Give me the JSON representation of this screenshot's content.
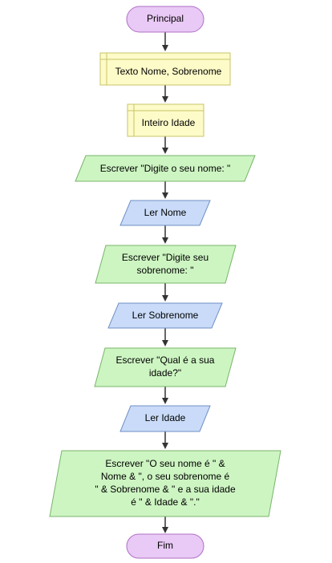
{
  "colors": {
    "terminal_fill": "#e9c9f5",
    "terminal_stroke": "#b06fc6",
    "declare_fill": "#fdfbc8",
    "declare_stroke": "#c9c36a",
    "output_fill": "#cdf5c2",
    "output_stroke": "#78b46a",
    "input_fill": "#c9dbf8",
    "input_stroke": "#6e8fc4",
    "arrow": "#333333"
  },
  "nodes": {
    "start": {
      "label": "Principal"
    },
    "declare_text": {
      "label": "Texto Nome, Sobrenome"
    },
    "declare_int": {
      "label": "Inteiro Idade"
    },
    "output_name_prompt": {
      "label": "Escrever \"Digite o seu nome: \""
    },
    "input_name": {
      "label": "Ler Nome"
    },
    "output_surname_prompt": {
      "line1": "Escrever \"Digite seu",
      "line2": "sobrenome: \""
    },
    "input_surname": {
      "label": "Ler Sobrenome"
    },
    "output_age_prompt": {
      "line1": "Escrever \"Qual é a sua",
      "line2": "idade?\""
    },
    "input_age": {
      "label": "Ler Idade"
    },
    "output_summary": {
      "line1": "Escrever \"O seu nome é \" &",
      "line2": "Nome & \", o seu sobrenome é",
      "line3": "\" & Sobrenome & \" e a sua idade",
      "line4": "é \" & Idade & \".\""
    },
    "end": {
      "label": "Fim"
    }
  }
}
